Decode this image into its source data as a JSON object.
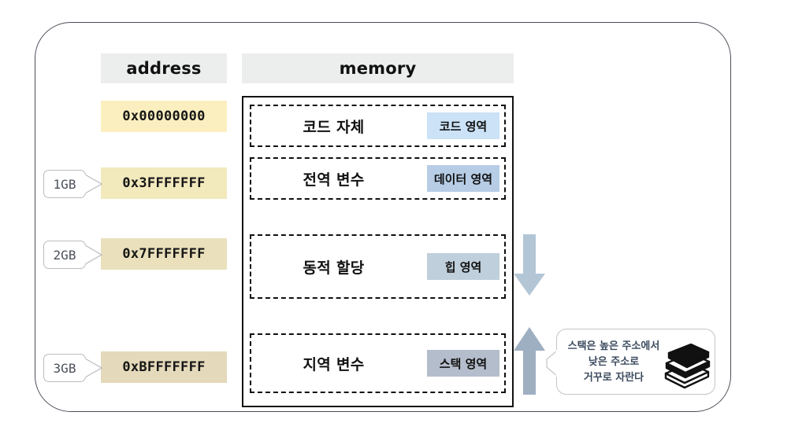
{
  "diagram": {
    "columns": {
      "address_header": "address",
      "memory_header": "memory"
    },
    "addresses": [
      {
        "value": "0x00000000",
        "bg": "#fbefc0"
      },
      {
        "value": "0x3FFFFFFF",
        "bg": "#f2e9bd"
      },
      {
        "value": "0x7FFFFFFF",
        "bg": "#eae0bc"
      },
      {
        "value": "0xBFFFFFFF",
        "bg": "#e4d9ba"
      }
    ],
    "size_markers": [
      {
        "label": "1GB"
      },
      {
        "label": "2GB"
      },
      {
        "label": "3GB"
      }
    ],
    "regions": [
      {
        "name": "코드 자체",
        "tag": "코드 영역",
        "tag_color": "#cbe2f7"
      },
      {
        "name": "전역 변수",
        "tag": "데이터 영역",
        "tag_color": "#b7cde6"
      },
      {
        "name": "동적 할당",
        "tag": "힙 영역",
        "tag_color": "#bfcfdb"
      },
      {
        "name": "지역 변수",
        "tag": "스택 영역",
        "tag_color": "#b4bdcb"
      }
    ],
    "arrows": [
      {
        "name": "heap-growth-arrow",
        "direction": "down",
        "color": "#b3c6d6"
      },
      {
        "name": "stack-growth-arrow",
        "direction": "up",
        "color": "#9fafc2"
      }
    ],
    "callout": {
      "line1": "스택은 높은 주소에서",
      "line2": "낮은 주소로",
      "line3": "거꾸로 자란다",
      "icon": "books-icon"
    }
  }
}
